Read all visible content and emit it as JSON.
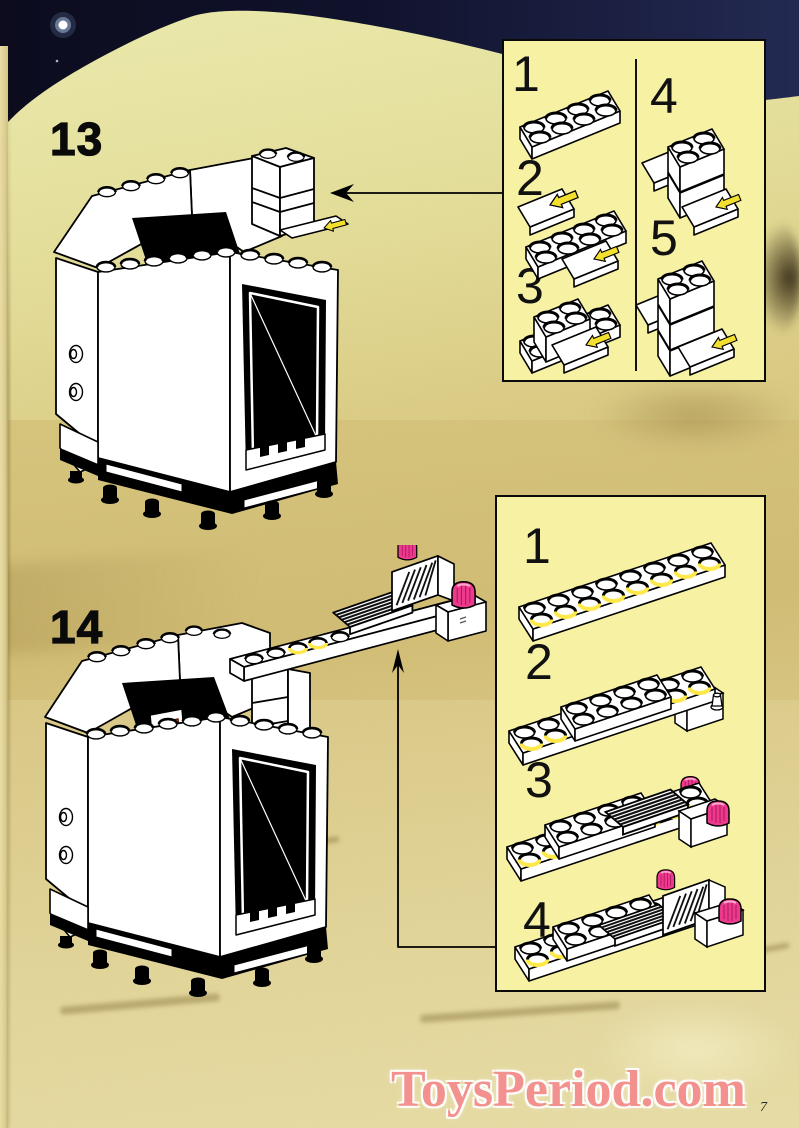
{
  "page": {
    "number": "7",
    "watermark": "ToysPeriod.com"
  },
  "steps": [
    {
      "label": "13"
    },
    {
      "label": "14"
    }
  ],
  "callout1": {
    "substeps": [
      "1",
      "2",
      "3",
      "4",
      "5"
    ]
  },
  "callout2": {
    "substeps": [
      "1",
      "2",
      "3",
      "4"
    ]
  },
  "connectors": {
    "callout1_arrow": "left-arrow",
    "callout2_arrow": "up-arrow"
  },
  "colors": {
    "sky": "#10122c",
    "sand": "#d8c67e",
    "panel_yellow": "#f6f1a3",
    "arrow_yellow": "#f2df2e",
    "beacon_magenta": "#ee3a8c",
    "console_orange": "#d95b35",
    "watermark_pink": "#f2918e"
  }
}
